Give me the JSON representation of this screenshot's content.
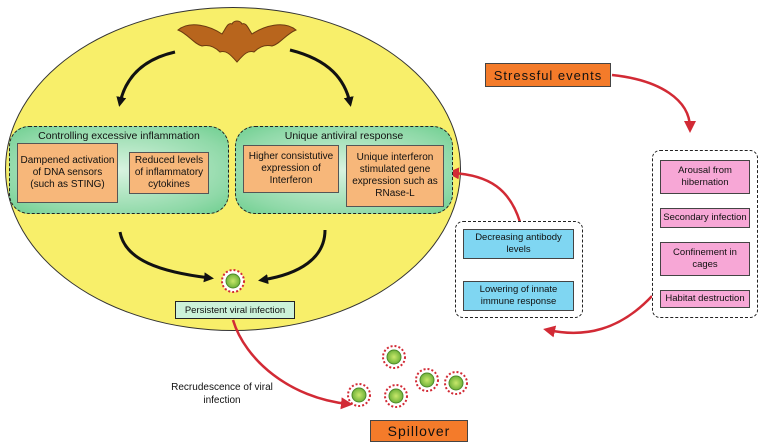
{
  "inflammation": {
    "title": "Controlling excessive inflammation",
    "box1": "Dampened activation of DNA sensors (such as STING)",
    "box2": "Reduced levels of inflammatory cytokines"
  },
  "antiviral": {
    "title": "Unique antiviral response",
    "box1": "Higher consistutive expression of Interferon",
    "box2": "Unique interferon stimulated gene expression such as RNase-L"
  },
  "persistent_label": "Persistent viral infection",
  "stressful_events_label": "Stressful events",
  "stress_items": [
    "Arousal from hibernation",
    "Secondary infection",
    "Confinement in cages",
    "Habitat destruction"
  ],
  "immune_items": [
    "Decreasing antibody levels",
    "Lowering of innate immune response"
  ],
  "recrudescence_label": "Recrudescence of viral infection",
  "spillover_label": "Spillover",
  "colors": {
    "ellipse": "#f8ef6a",
    "green_group": "#8fd9a8",
    "orange_box": "#f7b77a",
    "orange_label": "#f47b2a",
    "blue_box": "#7fd6f2",
    "pink_box": "#f7a7d6",
    "red_arrow": "#d22a35"
  },
  "icons": [
    "bat-icon",
    "virus-icon"
  ]
}
